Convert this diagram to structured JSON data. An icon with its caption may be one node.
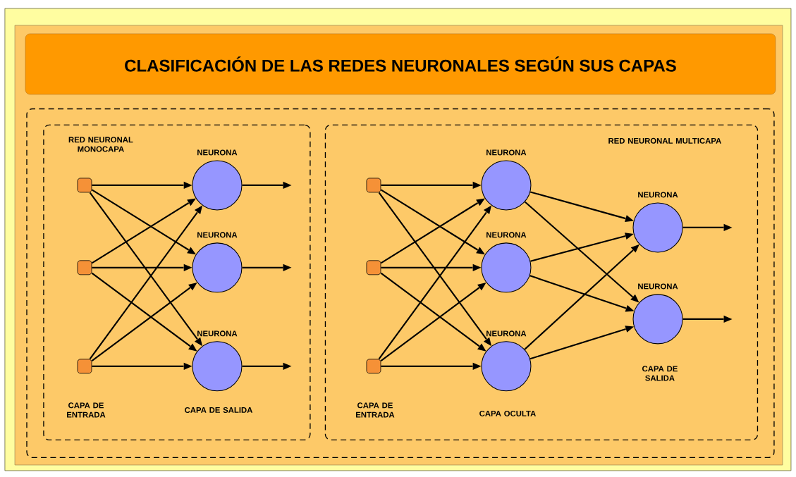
{
  "diagram": {
    "nodes": [
      {
        "text": [
          "CLASIFICACIÓN DE LAS REDES NEURONALES SEGÚN SUS CAPAS"
        ]
      },
      {
        "text": [],
        "shape": "box"
      },
      {
        "text": [
          "RED NEURONAL MONOCAPA"
        ],
        "in": 1
      },
      {
        "text": [],
        "shape": "box",
        "in": 2
      },
      {
        "text": [],
        "shape": "box",
        "in": 2
      },
      {
        "text": [],
        "shape": "box",
        "in": 2
      },
      {
        "text": [
          "NEURONA"
        ],
        "in": 2
      },
      {
        "text": [
          "NEURONA"
        ],
        "in": 2
      },
      {
        "text": [
          "NEURONA"
        ],
        "in": 2
      },
      {
        "text": [
          "RED NEURONAL MULTICAPA"
        ],
        "in": 1
      },
      {
        "text": [],
        "shape": "box",
        "in": 9
      },
      {
        "text": [],
        "shape": "box",
        "in": 9
      },
      {
        "text": [],
        "shape": "box",
        "in": 9
      },
      {
        "text": [
          "NEURONA"
        ],
        "in": 9
      },
      {
        "text": [
          "NEURONA"
        ],
        "in": 9
      },
      {
        "text": [
          "NEURONA"
        ],
        "in": 9
      },
      {
        "text": [
          "NEURONA"
        ],
        "in": 9
      },
      {
        "text": [
          "NEURONA"
        ],
        "in": 9
      }
    ],
    "edges": [
      {
        "from": 3,
        "to": 6,
        "arrow": "to"
      },
      {
        "from": 3,
        "to": 7,
        "arrow": "to"
      },
      {
        "from": 3,
        "to": 8,
        "arrow": "to"
      },
      {
        "from": 4,
        "to": 6,
        "arrow": "to"
      },
      {
        "from": 4,
        "to": 7,
        "arrow": "to"
      },
      {
        "from": 4,
        "to": 8,
        "arrow": "to"
      },
      {
        "from": 5,
        "to": 6,
        "arrow": "to"
      },
      {
        "from": 5,
        "to": 7,
        "arrow": "to"
      },
      {
        "from": 5,
        "to": 8,
        "arrow": "to"
      },
      {
        "from": 6,
        "to": null,
        "arrow": "to"
      },
      {
        "from": 7,
        "to": null,
        "arrow": "to"
      },
      {
        "from": 8,
        "to": null,
        "arrow": "to"
      },
      {
        "from": 10,
        "to": 13,
        "arrow": "to"
      },
      {
        "from": 10,
        "to": 14,
        "arrow": "to"
      },
      {
        "from": 10,
        "to": 15,
        "arrow": "to"
      },
      {
        "from": 11,
        "to": 13,
        "arrow": "to"
      },
      {
        "from": 11,
        "to": 14,
        "arrow": "to"
      },
      {
        "from": 11,
        "to": 15,
        "arrow": "to"
      },
      {
        "from": 12,
        "to": 13,
        "arrow": "to"
      },
      {
        "from": 12,
        "to": 14,
        "arrow": "to"
      },
      {
        "from": 12,
        "to": 15,
        "arrow": "to"
      },
      {
        "from": 13,
        "to": 16,
        "arrow": "to"
      },
      {
        "from": 13,
        "to": 17,
        "arrow": "to"
      },
      {
        "from": 14,
        "to": 16,
        "arrow": "to"
      },
      {
        "from": 14,
        "to": 17,
        "arrow": "to"
      },
      {
        "from": 15,
        "to": 16,
        "arrow": "to"
      },
      {
        "from": 15,
        "to": 17,
        "arrow": "to"
      },
      {
        "from": 16,
        "to": null,
        "arrow": "to"
      },
      {
        "from": 17,
        "to": null,
        "arrow": "to"
      }
    ],
    "labels": [
      "CAPA DE ENTRADA",
      "CAPA DE SALIDA",
      "CAPA DE ENTRADA",
      "CAPA OCULTA",
      "CAPA DE SALIDA"
    ]
  }
}
